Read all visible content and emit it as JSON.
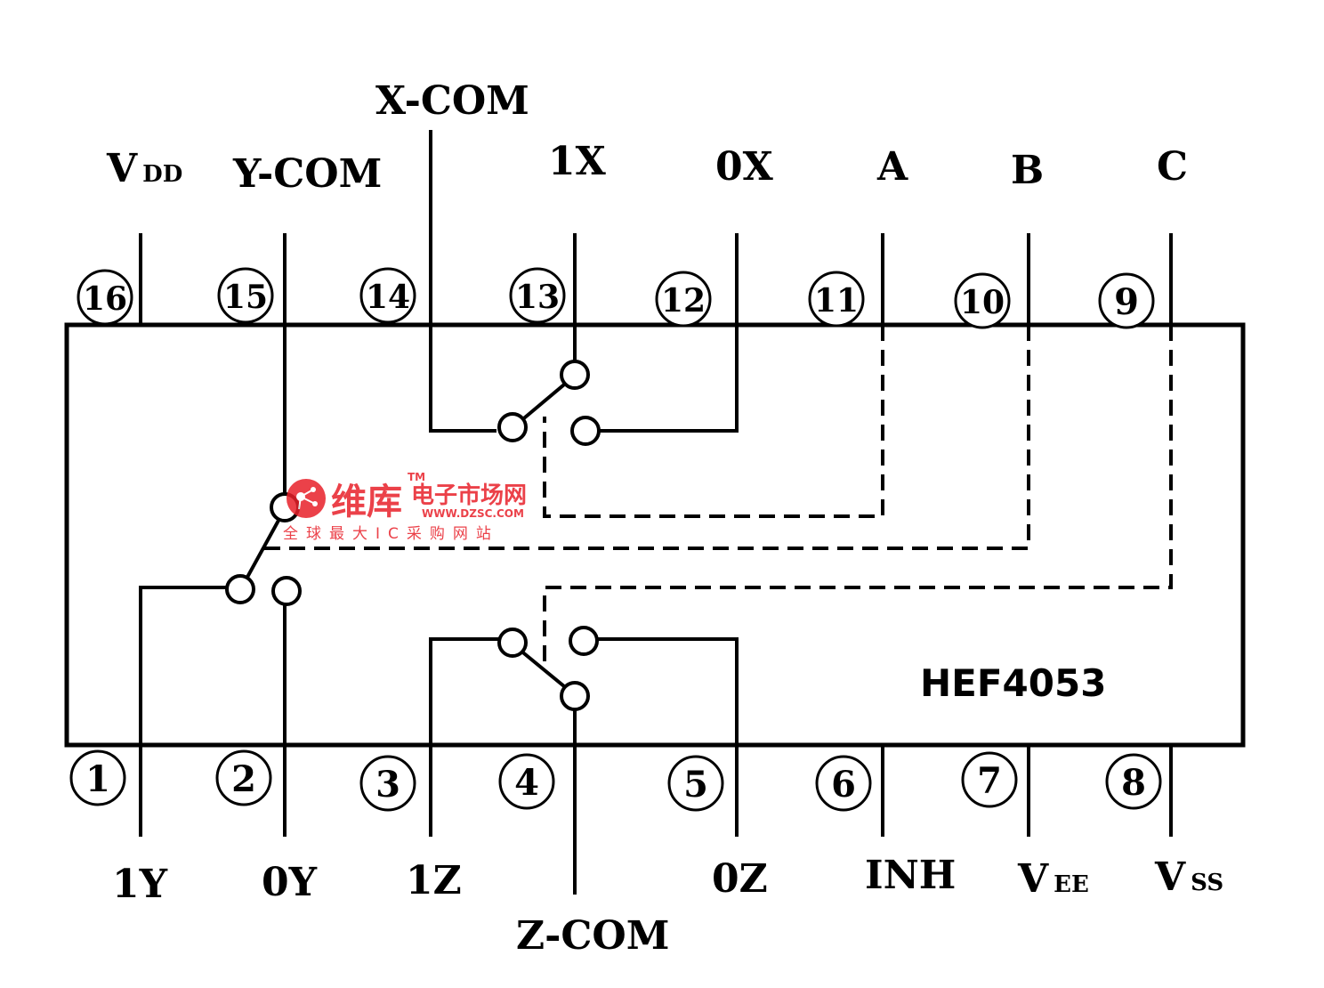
{
  "chip": {
    "part_number": "HEF4053"
  },
  "top_labels": {
    "vdd_main": "V",
    "vdd_sub": "DD",
    "y_com": "Y-COM",
    "x_com": "X-COM",
    "x1": "1X",
    "x0": "0X",
    "a": "A",
    "b": "B",
    "c": "C"
  },
  "bottom_labels": {
    "y1": "1Y",
    "y0": "0Y",
    "z1": "1Z",
    "z_com": "Z-COM",
    "z0": "0Z",
    "inh": "INH",
    "vee_main": "V",
    "vee_sub": "EE",
    "vss_main": "V",
    "vss_sub": "SS"
  },
  "pins_top": [
    "16",
    "15",
    "14",
    "13",
    "12",
    "11",
    "10",
    "9"
  ],
  "pins_bottom": [
    "1",
    "2",
    "3",
    "4",
    "5",
    "6",
    "7",
    "8"
  ],
  "watermark": {
    "brand": "维库",
    "tagline": "电子市场网",
    "url": "WWW.DZSC.COM",
    "slogan": "全球最大IC采购网站",
    "tm": "TM",
    "color": "#e8202a"
  }
}
